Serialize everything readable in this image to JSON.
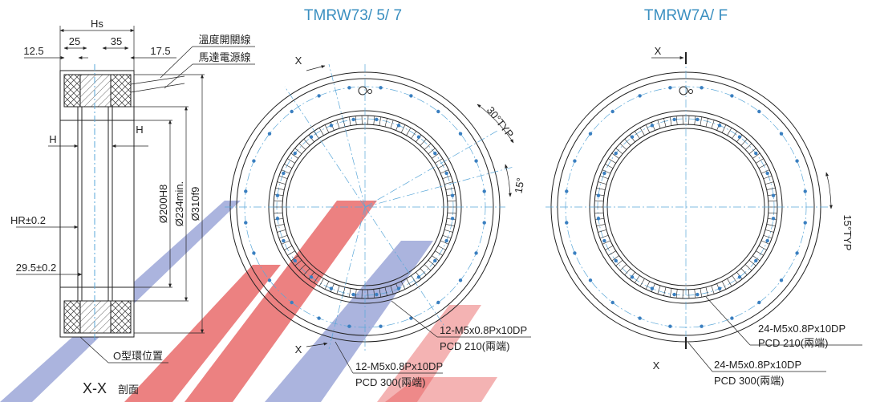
{
  "titles": {
    "left_view": "TMRW73/ 5/ 7",
    "right_view": "TMRW7A/ F"
  },
  "section": {
    "dims": {
      "hs": "Hs",
      "d25": "25",
      "d35": "35",
      "d12_5": "12.5",
      "d17_5": "17.5",
      "h_left": "H",
      "h_right": "H",
      "hr": "HR±0.2",
      "d29_5": "29.5±0.2",
      "dia200": "Ø200H8",
      "dia234": "Ø234min.",
      "dia310": "Ø310f9"
    },
    "callouts": {
      "temp_switch_wire": "溫度開關線",
      "motor_power_wire": "馬達電源線",
      "oring_position": "O型環位置"
    },
    "caption": {
      "prefix": "X-X",
      "suffix": "剖面"
    }
  },
  "left_view": {
    "x_top": "X",
    "x_bottom": "X",
    "angle_30": "30°TYP",
    "angle_15": "15°",
    "inner_note": {
      "line1": "12-M5x0.8Px10DP",
      "line2": "PCD 210(兩端)"
    },
    "outer_note": {
      "line1": "12-M5x0.8Px10DP",
      "line2": "PCD 300(兩端)"
    }
  },
  "right_view": {
    "x_top": "X",
    "x_bottom": "X",
    "angle_15": "15°TYP",
    "inner_note": {
      "line1": "24-M5x0.8Px10DP",
      "line2": "PCD 210(兩端)"
    },
    "outer_note": {
      "line1": "24-M5x0.8Px10DP",
      "line2": "PCD 300(兩端)"
    }
  },
  "colors": {
    "line": "#222222",
    "centerline": "#5aa7d8",
    "title": "#3a8fc0",
    "watermark_red": "#e23a3a",
    "watermark_blue": "#4a5fb8"
  }
}
